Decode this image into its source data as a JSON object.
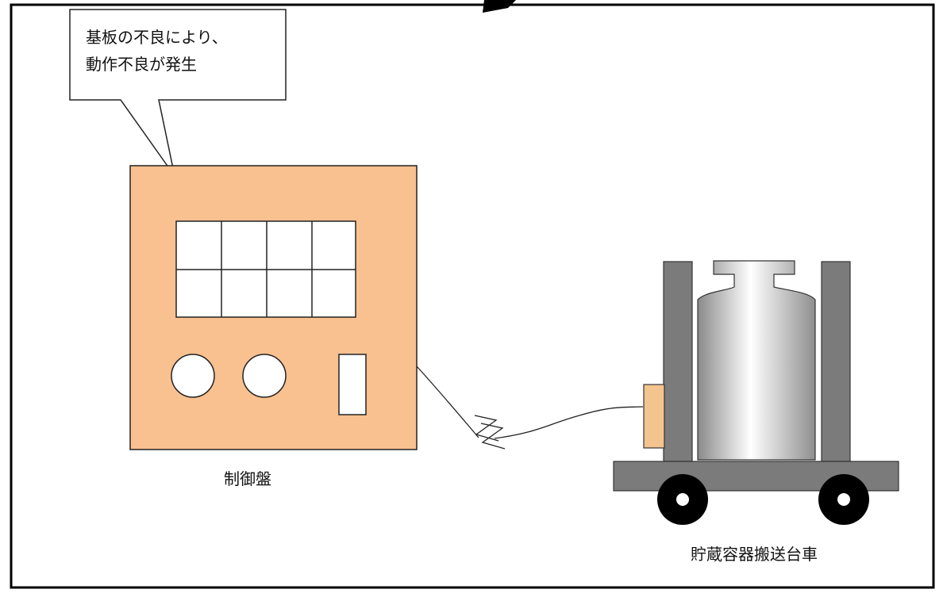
{
  "callout": {
    "line1": "基板の不良により、",
    "line2": "動作不良が発生"
  },
  "labels": {
    "control_panel": "制御盤",
    "cart": "貯蔵容器搬送台車"
  },
  "colors": {
    "panel_fill": "#f9c18f",
    "panel_stroke": "#222222",
    "cart_gray": "#7b7b7b",
    "connector_fill": "#f4c48f",
    "frame_stroke": "#000000"
  }
}
